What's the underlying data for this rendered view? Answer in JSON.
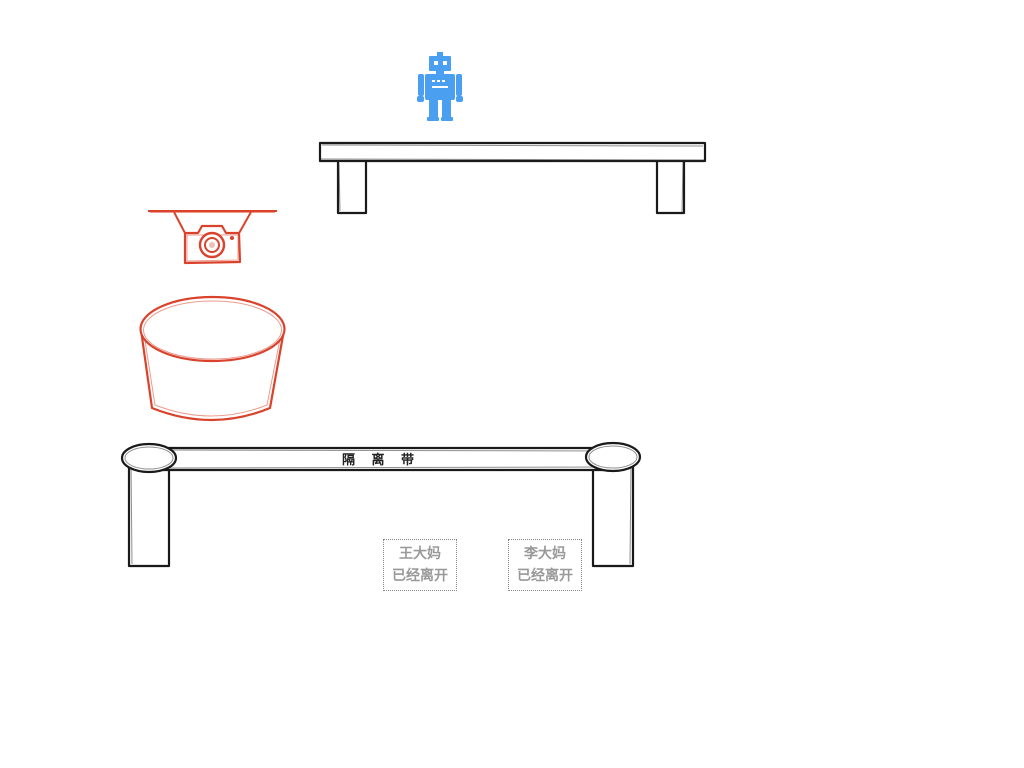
{
  "scene": {
    "barrier": {
      "label": "隔 离 带"
    },
    "robot": {
      "icon": "robot-icon",
      "color": "#4a9ff0"
    },
    "camera": {
      "icon": "camera-icon",
      "color": "#d9432c"
    },
    "bucket": {
      "icon": "bucket-icon",
      "color": "#d9432c"
    },
    "visitors": [
      {
        "name": "王大妈",
        "status": "已经离开"
      },
      {
        "name": "李大妈",
        "status": "已经离开"
      }
    ]
  }
}
